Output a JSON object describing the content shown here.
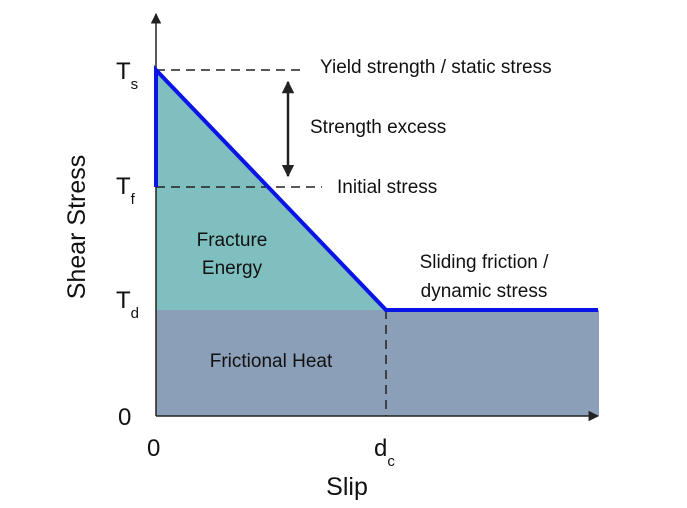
{
  "diagram": {
    "axes": {
      "x_title": "Slip",
      "y_title": "Shear Stress",
      "x_origin_label": "0",
      "y_origin_label": "0",
      "x_tick": {
        "main": "d",
        "sub": "c"
      },
      "y_ticks": [
        {
          "main": "T",
          "sub": "s"
        },
        {
          "main": "T",
          "sub": "f"
        },
        {
          "main": "T",
          "sub": "d"
        }
      ]
    },
    "annotations": {
      "yield": "Yield strength / static stress",
      "excess": "Strength excess",
      "initial": "Initial stress",
      "sliding_line1": "Sliding friction /",
      "sliding_line2": "dynamic stress"
    },
    "regions": {
      "fracture_line1": "Fracture",
      "fracture_line2": "Energy",
      "heat": "Frictional Heat"
    },
    "colors": {
      "fracture_fill": "#7fbfbf",
      "heat_fill": "#8c9fb8",
      "curve": "#0a14e6",
      "axis": "#222222",
      "dashed": "#222222"
    }
  }
}
